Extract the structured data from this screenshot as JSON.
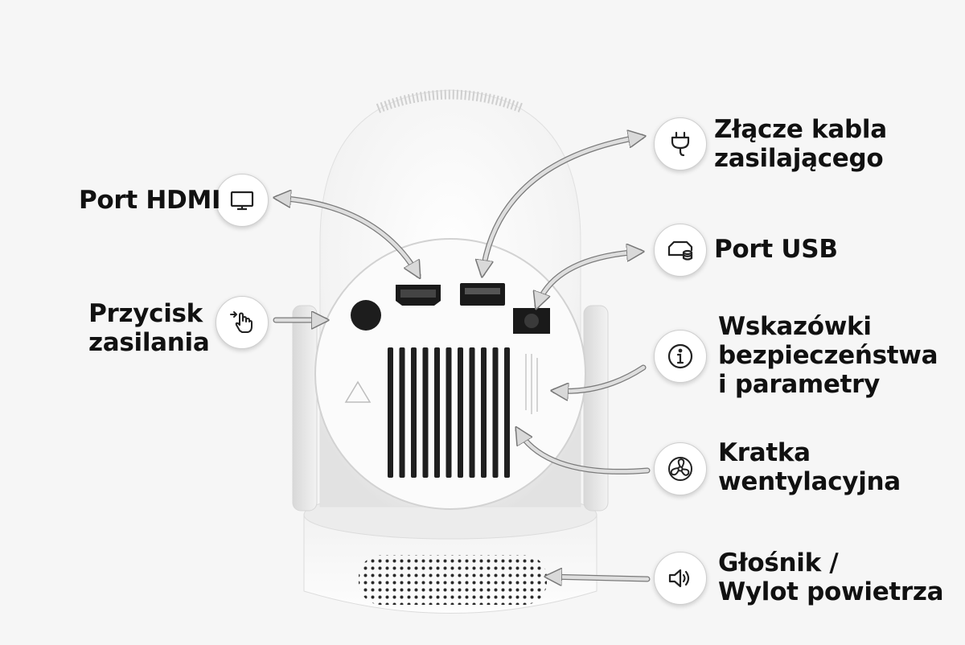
{
  "labels": {
    "hdmi": "Port HDMI",
    "power_button_1": "Przycisk",
    "power_button_2": "zasilania",
    "power_cable_1": "Złącze kabla",
    "power_cable_2": "zasilającego",
    "usb": "Port USB",
    "safety_1": "Wskazówki",
    "safety_2": "bezpieczeństwa",
    "safety_3": "i parametry",
    "vent_1": "Kratka",
    "vent_2": "wentylacyjna",
    "speaker_1": "Głośnik /",
    "speaker_2": "Wylot powietrza"
  },
  "icons": {
    "hdmi": "monitor-icon",
    "power_button": "touch-hand-icon",
    "power_cable": "plug-icon",
    "usb": "usb-drive-icon",
    "safety": "info-icon",
    "vent": "fan-icon",
    "speaker": "speaker-icon"
  },
  "colors": {
    "background": "#f6f6f6",
    "device_body": "#ffffff",
    "ports": "#1a1a1a",
    "arrows": "#d9d9d9",
    "text": "#111111"
  }
}
